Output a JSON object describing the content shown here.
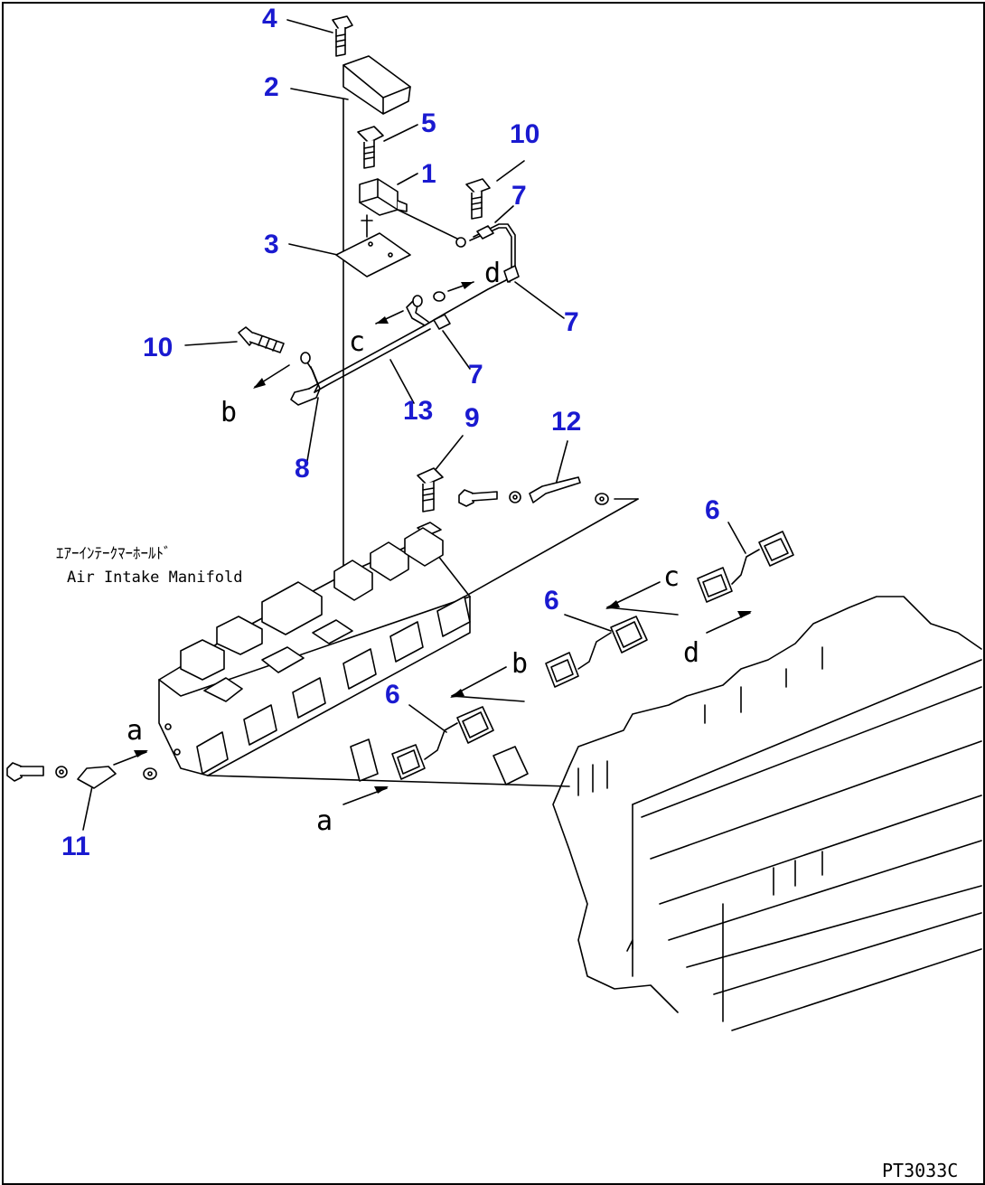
{
  "diagram": {
    "drawing_code": "PT3033C",
    "manifold_label_jp": "ｴｱｰｲﾝﾃｰｸﾏｰﾎｰﾙﾄﾞ",
    "manifold_label_en": "Air Intake Manifold",
    "colors": {
      "callout": "#1a1ad0",
      "line": "#000000"
    },
    "callouts": [
      "4",
      "2",
      "5",
      "10",
      "1",
      "7",
      "3",
      "7",
      "10",
      "7",
      "13",
      "8",
      "9",
      "12",
      "6",
      "6",
      "6",
      "11"
    ],
    "connection_letters": [
      "d",
      "c",
      "b",
      "a",
      "c",
      "b",
      "d",
      "a"
    ]
  }
}
